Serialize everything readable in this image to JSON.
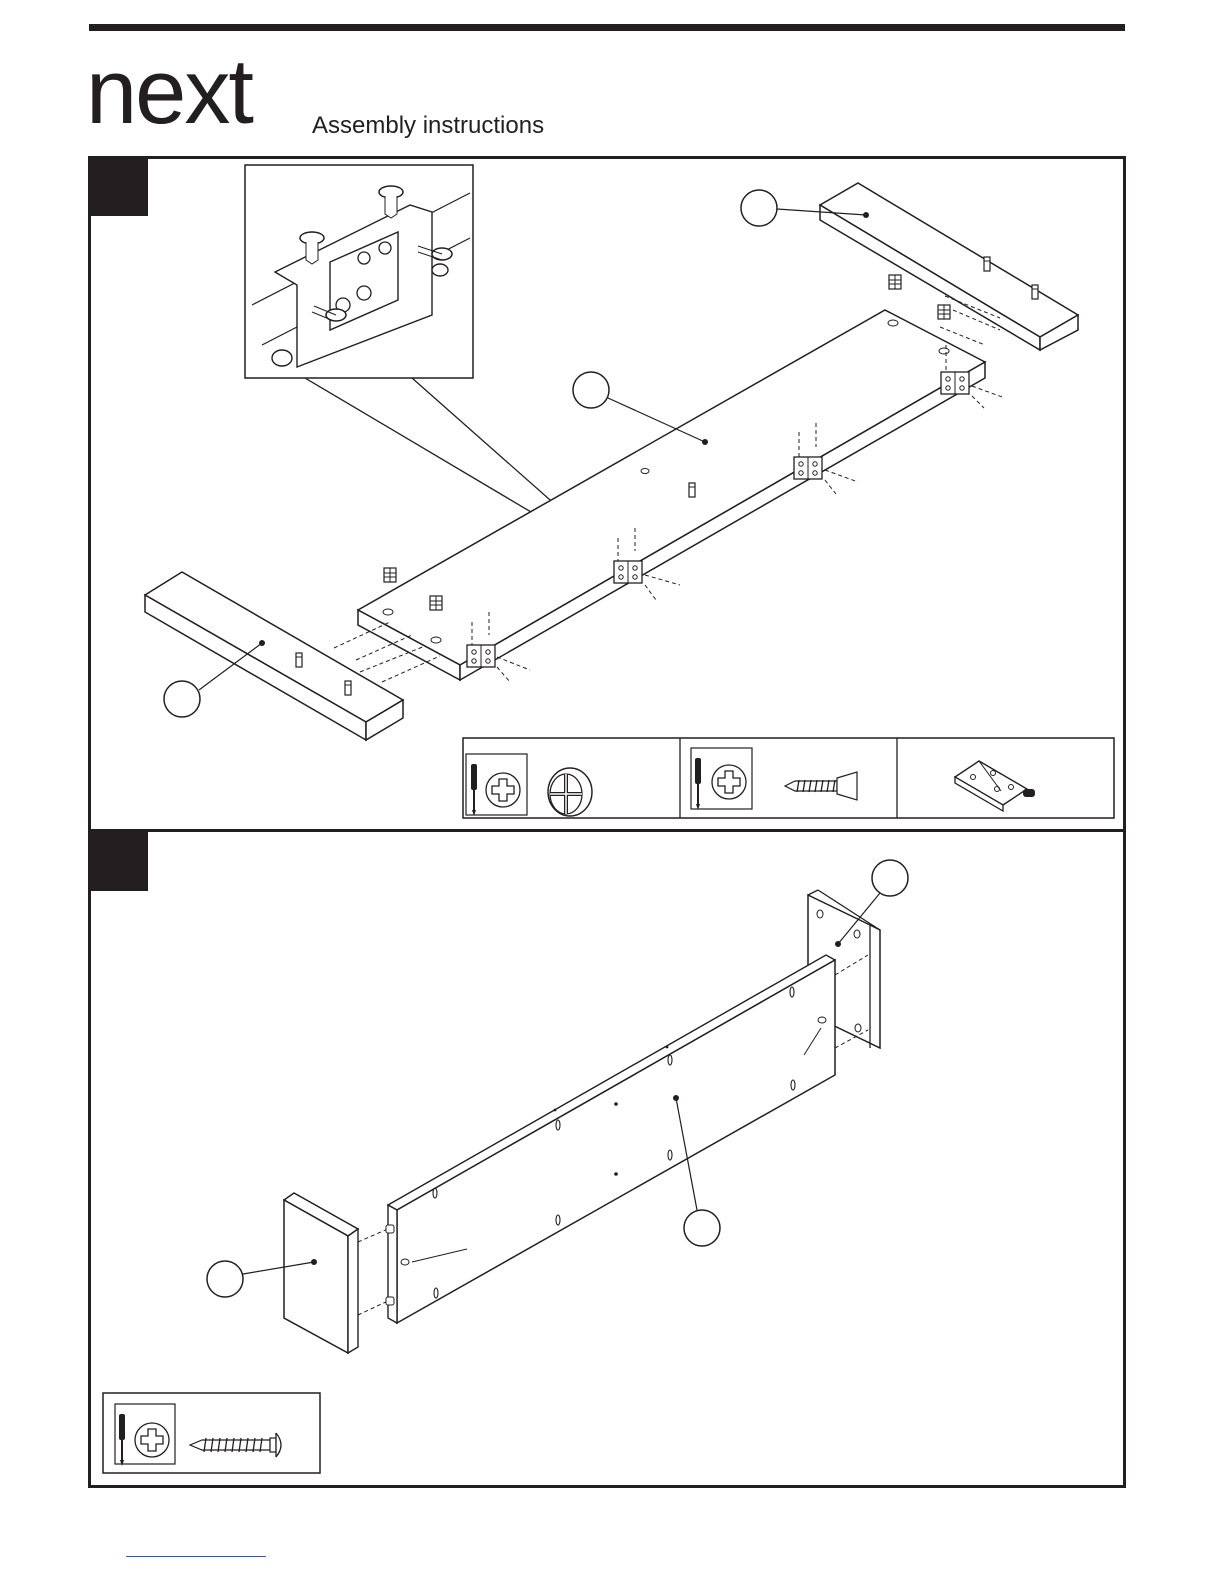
{
  "header": {
    "brand": "next",
    "subtitle": "Assembly instructions"
  },
  "colors": {
    "ink": "#231f20",
    "paper": "#ffffff",
    "link": "#2b4fd1"
  },
  "steps": [
    {
      "name": "step-1",
      "legend": [
        {
          "tool": "screwdriver-icon",
          "part": "cam-lock-icon"
        },
        {
          "tool": "screwdriver-icon",
          "part": "countersunk-screw-icon"
        },
        {
          "part": "hinge-icon"
        }
      ]
    },
    {
      "name": "step-2",
      "legend": [
        {
          "tool": "screwdriver-icon",
          "part": "flange-screw-icon"
        }
      ]
    }
  ]
}
